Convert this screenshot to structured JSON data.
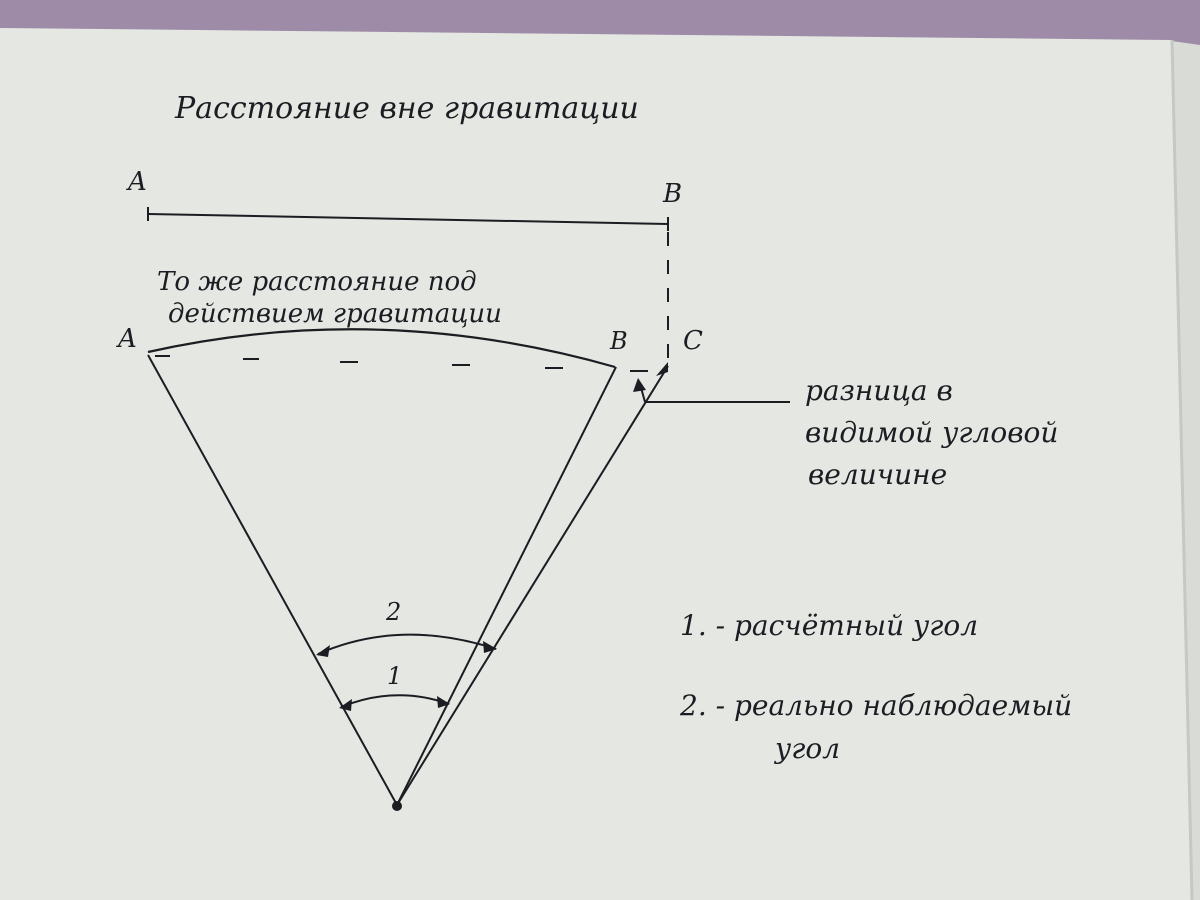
{
  "title": "Расстояние вне гравитации",
  "top_segment": {
    "left_label": "A",
    "right_label": "B"
  },
  "arc_caption": {
    "line1": "То же расстояние под",
    "line2": "действием гравитации"
  },
  "lower_labels": {
    "a": "A",
    "b": "B",
    "c": "C"
  },
  "difference_note": {
    "line1": "разница в",
    "line2": "видимой угловой",
    "line3": "величине"
  },
  "angle_markers": {
    "one": "1",
    "two": "2"
  },
  "legend": {
    "item1": "1. - расчётный угол",
    "item2_line1": "2. - реально наблюдаемый",
    "item2_line2": "угол"
  },
  "colors": {
    "ink": "#1c1c22",
    "paper": "#e6e9e4",
    "background": "#9c8aa6"
  }
}
